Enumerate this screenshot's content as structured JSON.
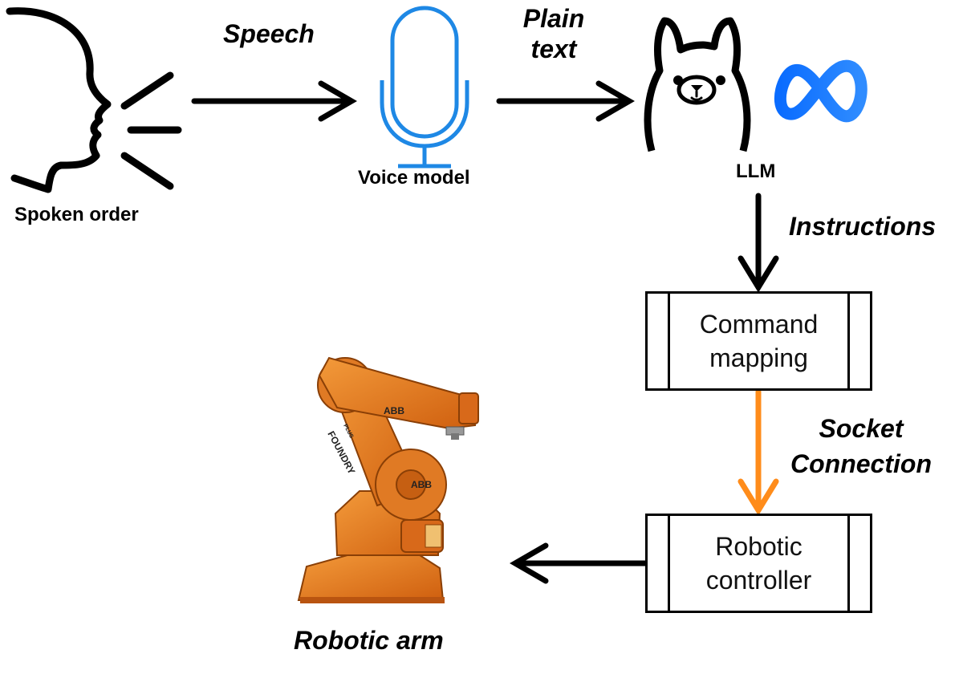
{
  "nodes": {
    "speaker": {
      "label": "Spoken order",
      "icon": "speaking-head-icon"
    },
    "voice_model": {
      "label": "Voice model",
      "icon": "microphone-icon"
    },
    "llm": {
      "label": "LLM",
      "icons": [
        "llama-icon",
        "meta-logo-icon"
      ]
    },
    "command_mapping": {
      "label": "Command\nmapping"
    },
    "robotic_controller": {
      "label": "Robotic\ncontroller"
    },
    "robotic_arm": {
      "label": "Robotic arm",
      "icon": "robotic-arm-image",
      "brand_marks": [
        "ABB",
        "FOUNDRY PLUS"
      ]
    }
  },
  "edges": {
    "speech": {
      "label": "Speech",
      "color": "#000000"
    },
    "plain_text": {
      "label": "Plain\ntext",
      "color": "#000000"
    },
    "instructions": {
      "label": "Instructions",
      "color": "#000000"
    },
    "socket": {
      "label": "Socket\nConnection",
      "color": "#FF8C1A"
    },
    "to_arm": {
      "label": "",
      "color": "#000000"
    }
  },
  "colors": {
    "microphone": "#1E88E5",
    "meta_logo": "#1877F2",
    "robot_body": "#E8751A",
    "socket_arrow": "#FF8C1A"
  }
}
